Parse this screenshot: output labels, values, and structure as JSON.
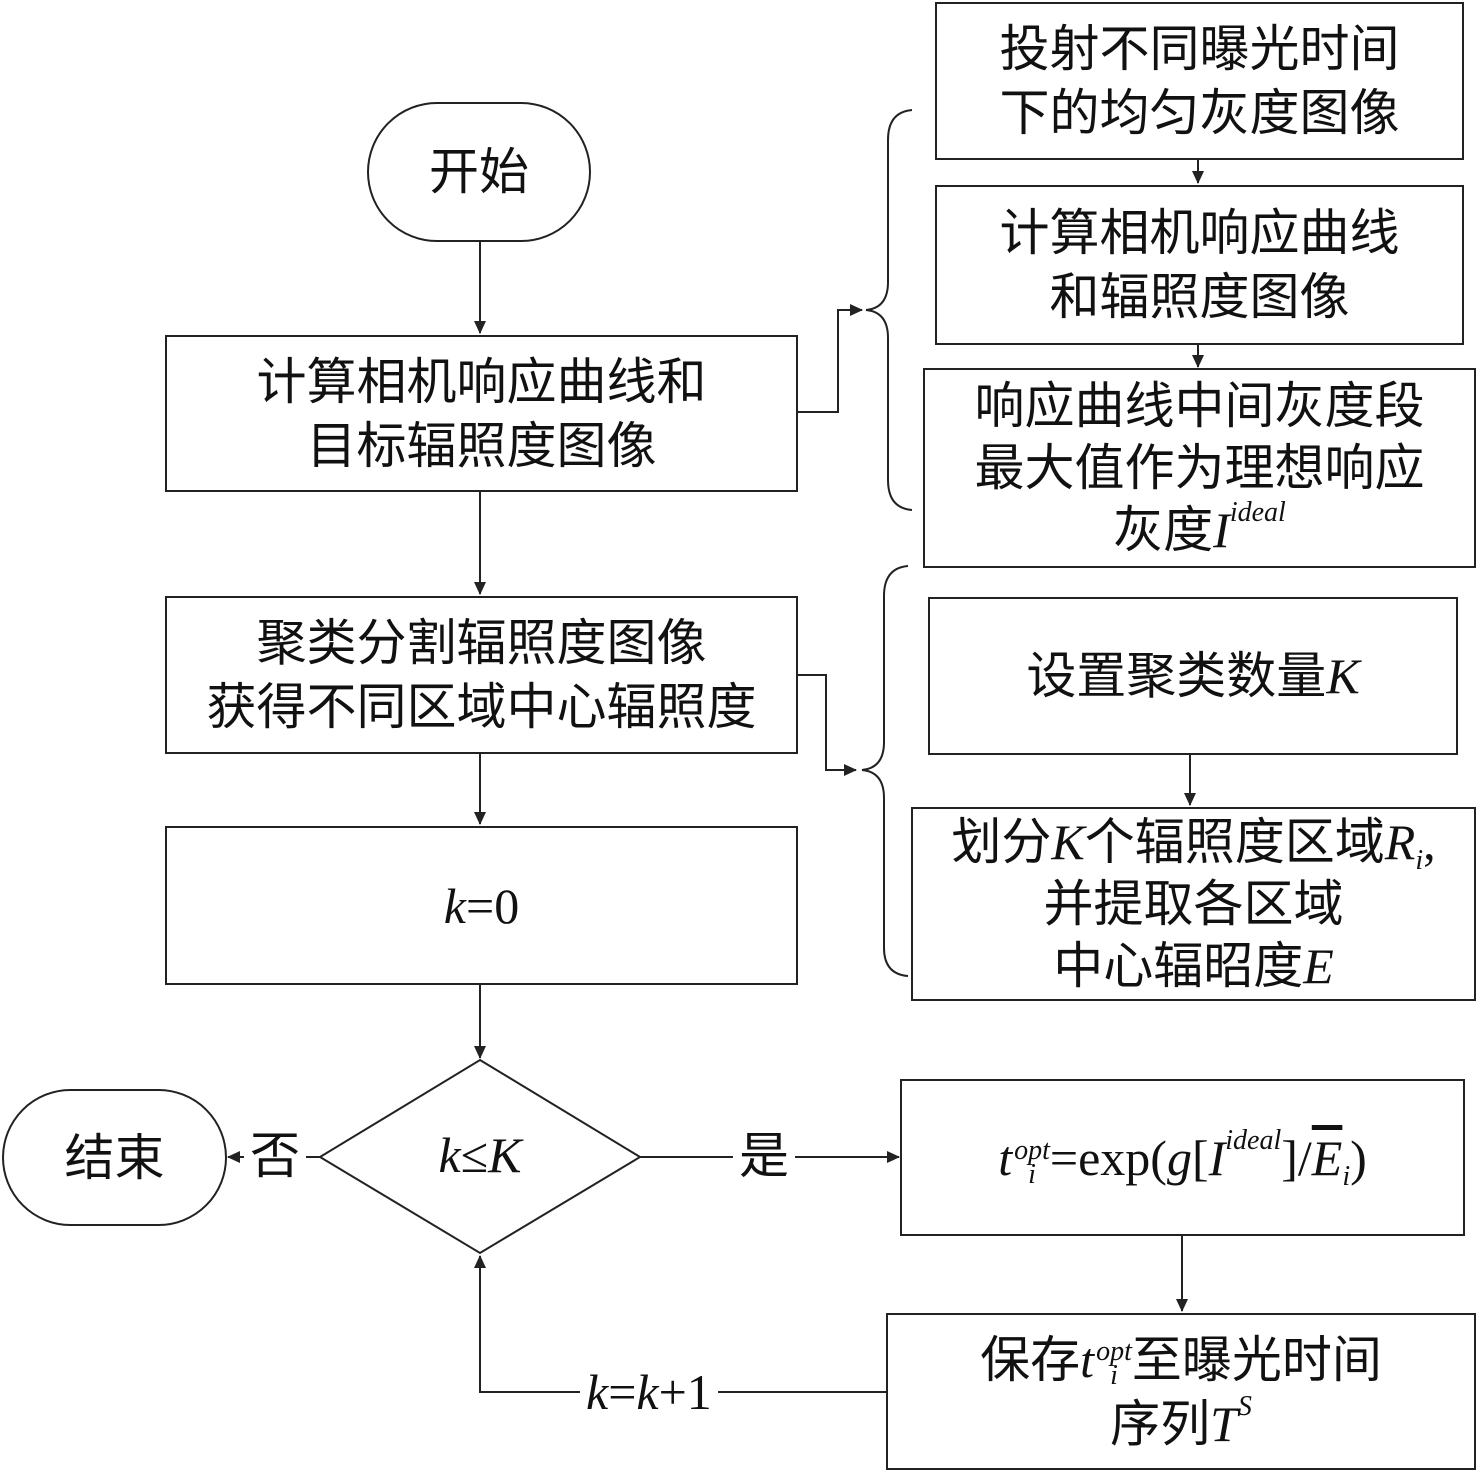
{
  "nodes": {
    "start": "开始",
    "end": "结束",
    "compute_main": {
      "line1": "计算相机响应曲线和",
      "line2": "目标辐照度图像"
    },
    "cluster_main": {
      "line1": "聚类分割辐照度图像",
      "line2": "获得不同区域中心辐照度"
    },
    "init_k": {
      "var": "k",
      "rest": "=0"
    },
    "decision": {
      "var1": "k",
      "op": "≤",
      "var2": "K"
    },
    "formula": {
      "t": "t",
      "sup": "opt",
      "sub": "i",
      "eq": "=exp(",
      "g": "g",
      "lb": "[",
      "I": "I",
      "isup": "ideal",
      "rb": "]/",
      "E": "E",
      "esub": "i",
      "rp": ")"
    },
    "save": {
      "pre": "保存",
      "t": "t",
      "sup": "opt",
      "sub": "i",
      "post": "至曝光时间",
      "line2_pre": "序列",
      "T": "T",
      "Tsup": "S"
    },
    "sub1": {
      "line1": "投射不同曝光时间",
      "line2": "下的均匀灰度图像"
    },
    "sub2": {
      "line1": "计算相机响应曲线",
      "line2": "和辐照度图像"
    },
    "sub3": {
      "line1": "响应曲线中间灰度段",
      "line2": "最大值作为理想响应",
      "line3_pre": "灰度",
      "I": "I",
      "isup": "ideal"
    },
    "sub4": {
      "pre": "设置聚类数量",
      "K": "K"
    },
    "sub5": {
      "l1_pre": "划分",
      "K": "K",
      "l1_mid": "个辐照度区域",
      "R": "R",
      "Rsub": "i",
      "l1_post": ",",
      "line2": "并提取各区域",
      "line3_pre": "中心辐昭度",
      "E": "E"
    }
  },
  "labels": {
    "no": "否",
    "yes": "是",
    "increment": {
      "k1": "k",
      "eq": "=",
      "k2": "k",
      "rest": "+1"
    }
  }
}
